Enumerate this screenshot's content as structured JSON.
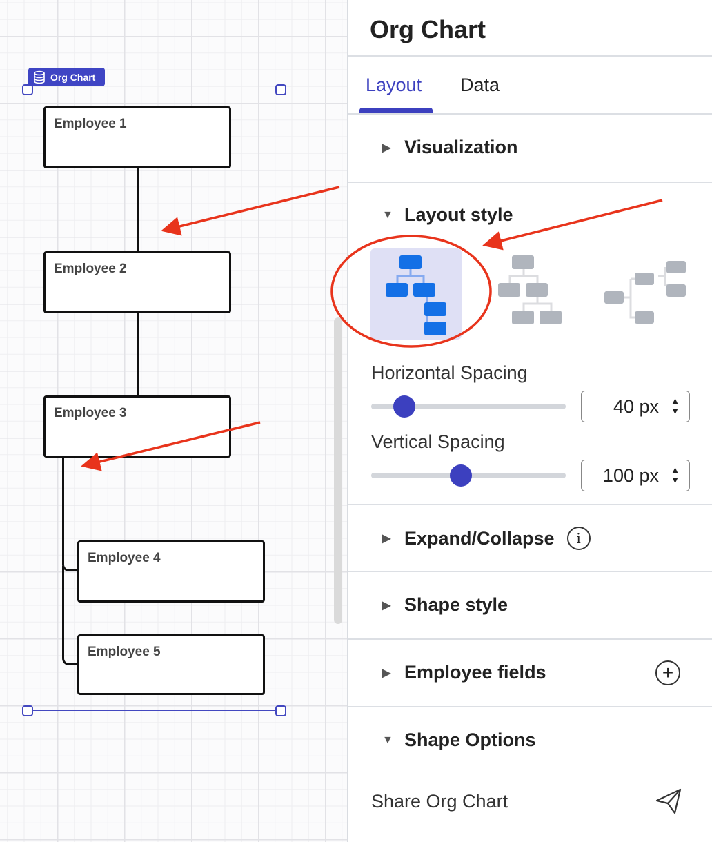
{
  "canvas": {
    "chart_tag": "Org Chart",
    "employees": [
      "Employee 1",
      "Employee 2",
      "Employee 3",
      "Employee 4",
      "Employee 5"
    ]
  },
  "panel": {
    "title": "Org Chart",
    "tabs": [
      {
        "label": "Layout",
        "active": true
      },
      {
        "label": "Data",
        "active": false
      }
    ],
    "sections": {
      "visualization": "Visualization",
      "layout_style": "Layout style",
      "expand_collapse": "Expand/Collapse",
      "shape_style": "Shape style",
      "employee_fields": "Employee fields",
      "shape_options": "Shape Options"
    },
    "layout_options": [
      "vertical-tree-stacked",
      "horizontal-tree",
      "left-right-tree"
    ],
    "selected_layout": "vertical-tree-stacked",
    "horizontal_spacing": {
      "label": "Horizontal Spacing",
      "value": "40 px",
      "slider_fraction": 0.17
    },
    "vertical_spacing": {
      "label": "Vertical Spacing",
      "value": "100 px",
      "slider_fraction": 0.46
    },
    "share": "Share Org Chart"
  },
  "colors": {
    "accent": "#3c40bf",
    "annotation": "#e8341c",
    "selected_icon": "#1470e6"
  }
}
